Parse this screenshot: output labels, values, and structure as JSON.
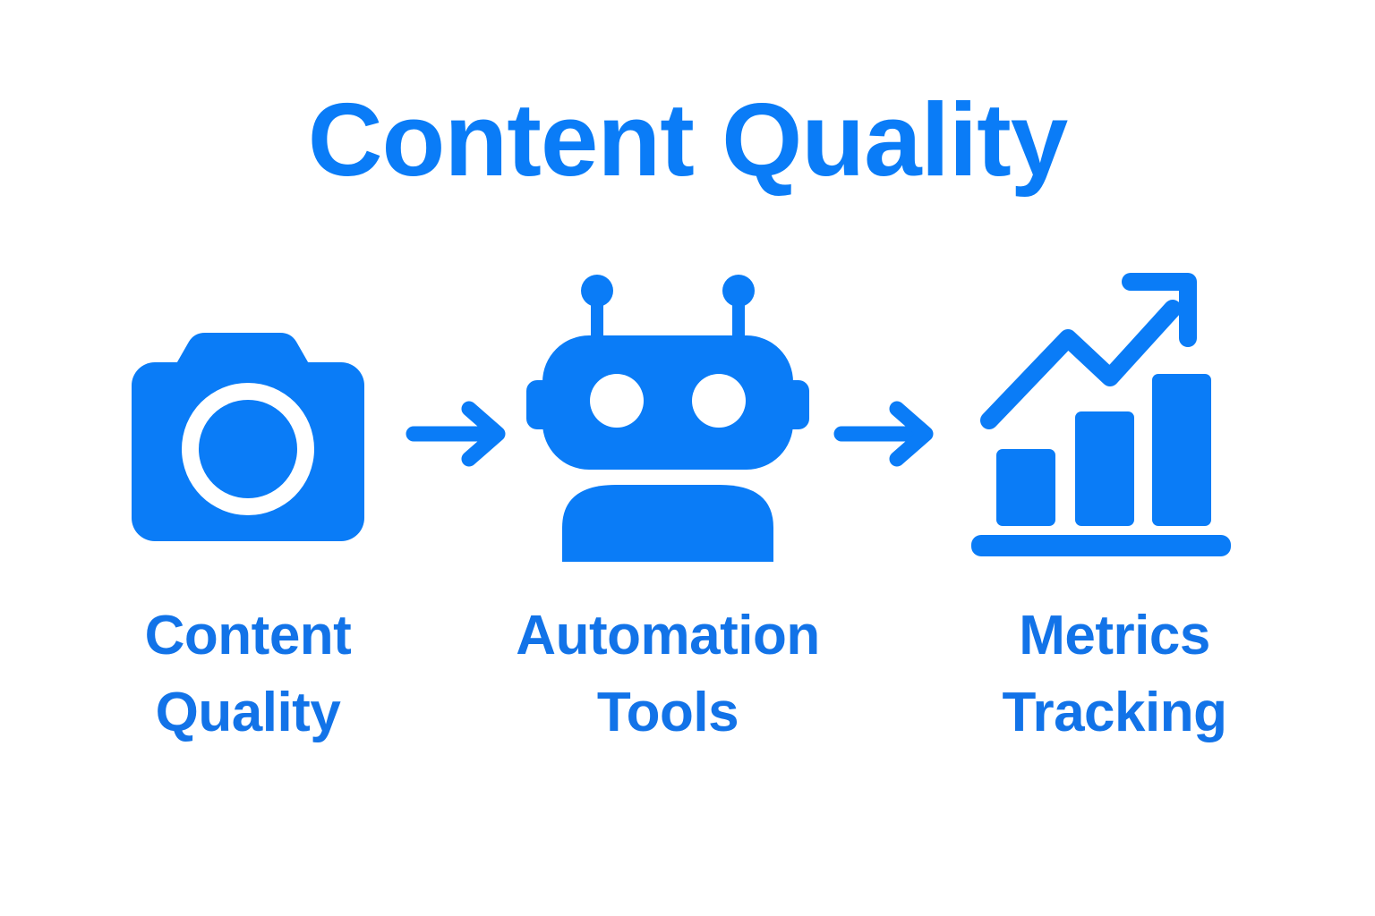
{
  "header": {
    "title": "Content Quality"
  },
  "theme": {
    "background": "#ffffff",
    "primary_blue": "#0a7cf7",
    "label_blue": "#1273e8",
    "icon_fill": "#0a7cf7",
    "lens_inner": "#ffffff"
  },
  "flow": {
    "steps": [
      {
        "id": "content-quality",
        "icon": "camera-icon",
        "label_line1": "Content",
        "label_line2": "Quality"
      },
      {
        "id": "automation-tools",
        "icon": "robot-icon",
        "label_line1": "Automation",
        "label_line2": "Tools"
      },
      {
        "id": "metrics-tracking",
        "icon": "bar-chart-growth-icon",
        "label_line1": "Metrics",
        "label_line2": "Tracking"
      }
    ],
    "connectors": [
      {
        "id": "connector-1",
        "icon": "arrow-right-icon"
      },
      {
        "id": "connector-2",
        "icon": "arrow-right-icon"
      }
    ]
  }
}
